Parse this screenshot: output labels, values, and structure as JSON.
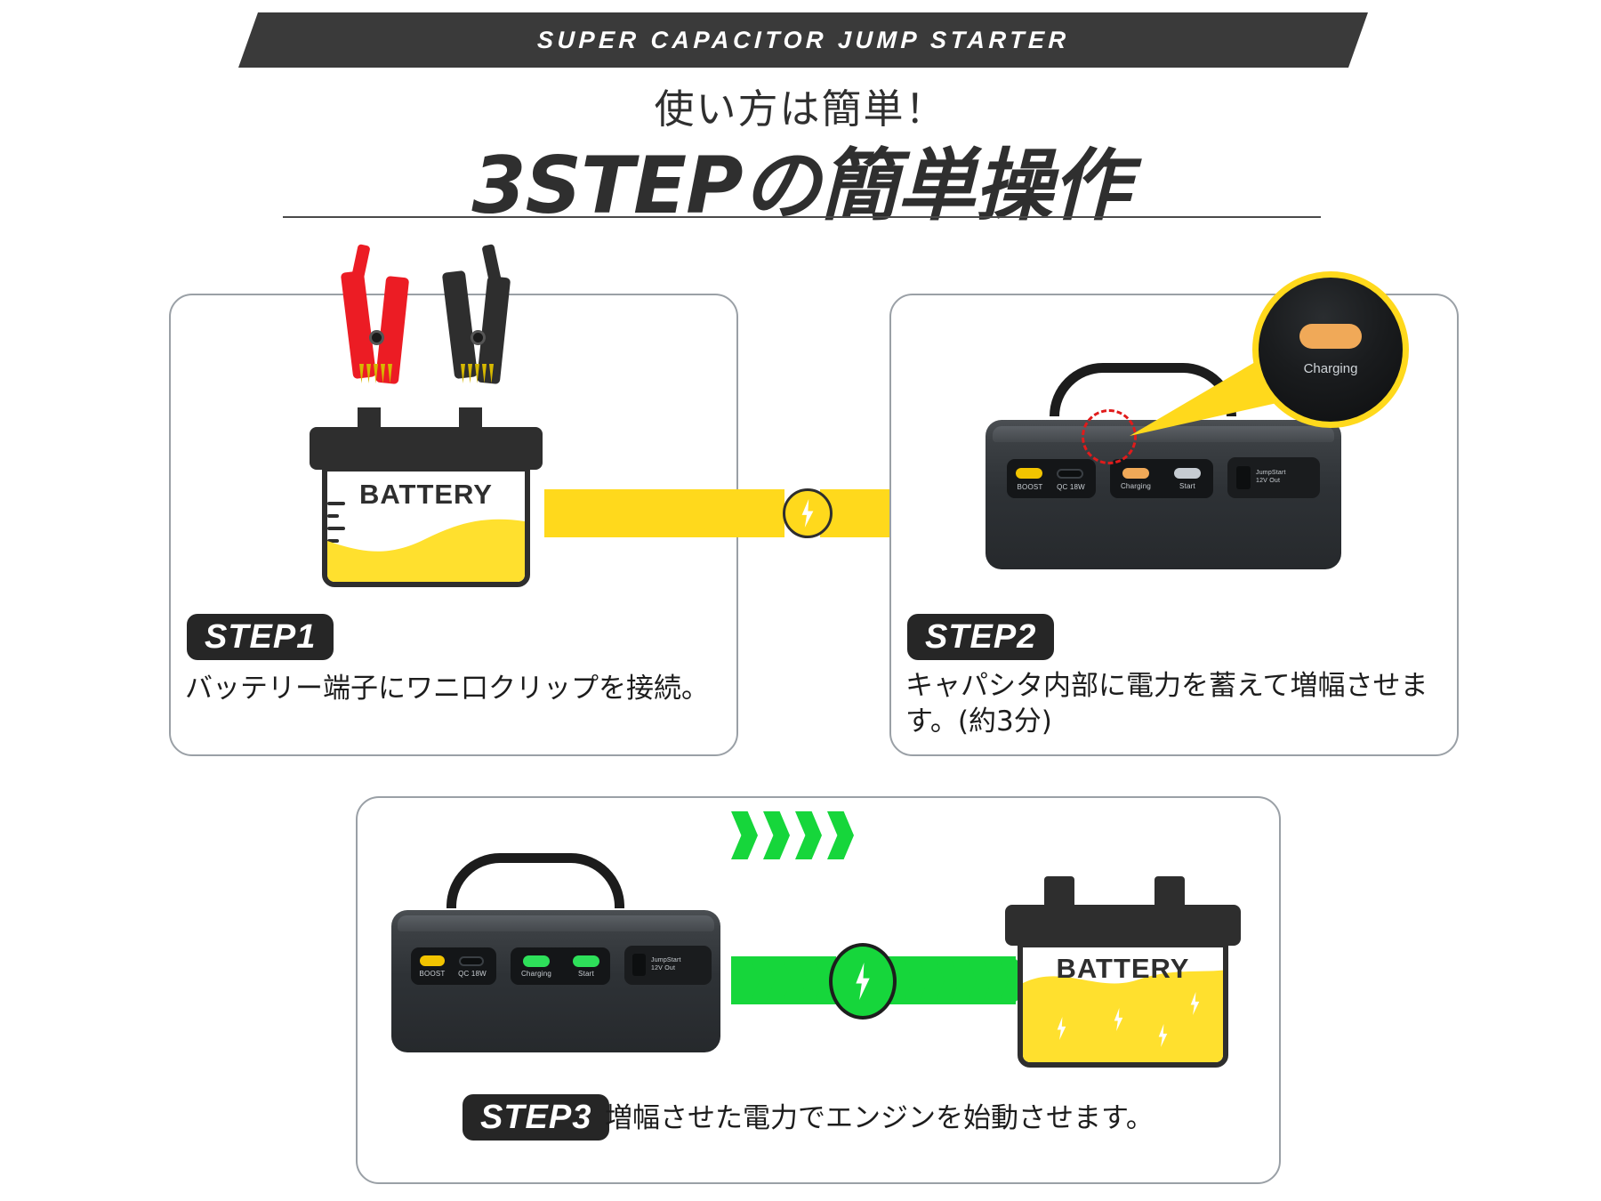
{
  "banner": {
    "text": "SUPER CAPACITOR JUMP STARTER"
  },
  "headline": {
    "small": "使い方は簡単！",
    "large": "3STEPの簡単操作"
  },
  "steps": [
    {
      "badge": "STEP1",
      "caption": "バッテリー端子にワニ口クリップを接続。",
      "battery_label": "BATTERY"
    },
    {
      "badge": "STEP2",
      "caption": "キャパシタ内部に電力を蓄えて増幅させます。(約3分)",
      "magnifier_label": "Charging"
    },
    {
      "badge": "STEP3",
      "caption": "増幅させた電力でエンジンを始動させます。",
      "battery_label": "BATTERY"
    }
  ],
  "device_step2": {
    "boost_label": "BOOST",
    "qc_label": "QC 18W",
    "charging_label": "Charging",
    "start_label": "Start",
    "output_label": "JumpStart\n12V Out"
  },
  "device_step3": {
    "boost_label": "BOOST",
    "qc_label": "QC 18W",
    "charging_label": "Charging",
    "start_label": "Start",
    "output_label": "JumpStart\n12V Out"
  },
  "colors": {
    "yellow": "#ffd91c",
    "green": "#16d63b",
    "dark": "#262626",
    "red": "#ec1c24",
    "orange_led": "#f0a958",
    "battery_fill": "#ffe02e"
  }
}
